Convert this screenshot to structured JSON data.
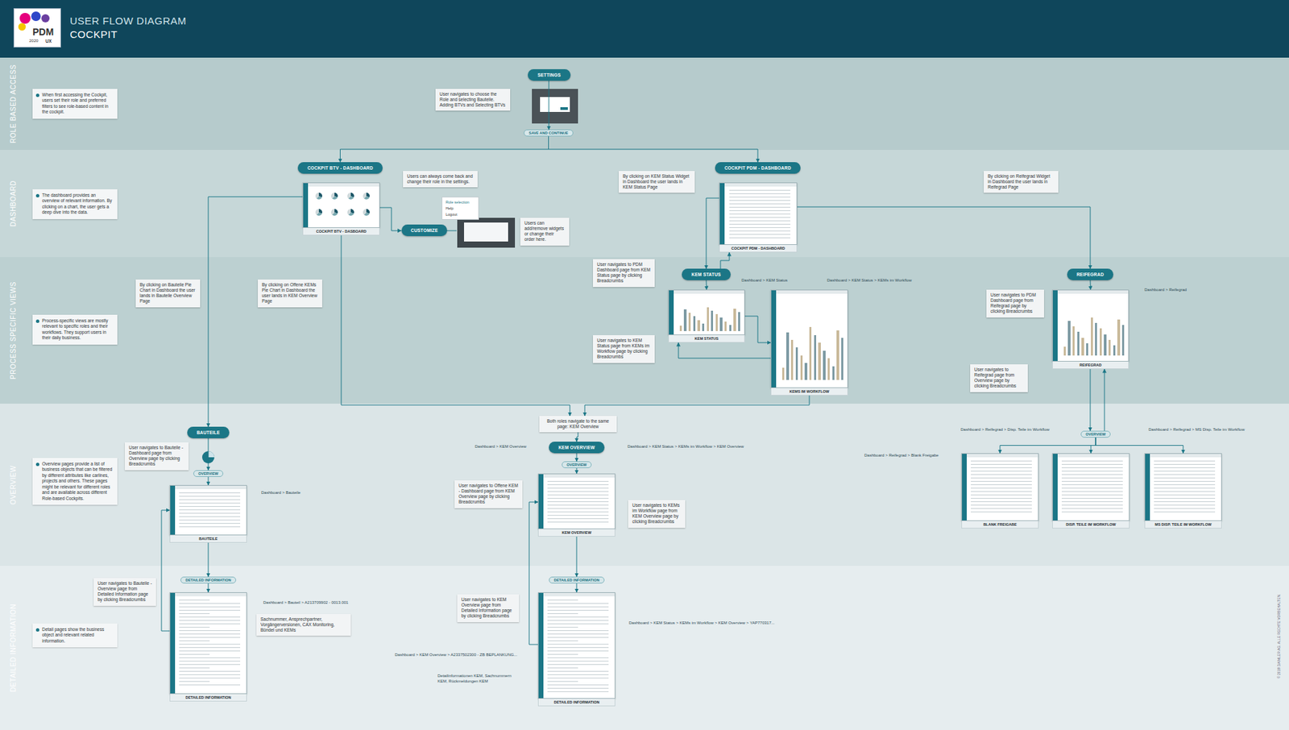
{
  "diagram": {
    "title": "USER FLOW DIAGRAM",
    "nodes": [
      {
        "text": [
          "PDM",
          "2020",
          "UX"
        ]
      },
      {
        "text": [
          "ROLE BASED ACCESS"
        ]
      },
      {
        "text": [
          "When first accessing the Cockpit, users set their role and preferred filters to see role-based content in the cockpit."
        ]
      },
      {
        "text": [
          "SETTINGS"
        ]
      },
      {
        "text": [
          "User navigates to choose the Role and selecting Bauteile. Adding BTVs and Selecting BTVs"
        ]
      },
      {
        "text": [
          "SAVE AND CONTINUE"
        ]
      },
      {
        "text": [
          "DASHBOARD"
        ]
      },
      {
        "text": [
          "The dashboard provides an overview of relevant information. By clicking on a chart, the user gets a deep dive into the data."
        ]
      },
      {
        "text": [
          "COCKPIT BTV - DASHBOARD"
        ]
      },
      {
        "text": [
          "COCKPIT BTV - DASBOARD"
        ]
      },
      {
        "text": [
          "Users can always come back and change their role in the settings."
        ]
      },
      {
        "text": [
          "Role selection",
          "Help",
          "Logout"
        ]
      },
      {
        "text": [
          "CUSTOMIZE"
        ]
      },
      {
        "text": [
          "Users can add/remove widgets or change their order here."
        ]
      },
      {
        "text": [
          "By clicking on KEM Status Widget in Dashboard the user lands in KEM Status Page"
        ]
      },
      {
        "text": [
          "COCKPIT PDM - DASHBOARD"
        ]
      },
      {
        "text": [
          "COCKPIT PDM - DASHBOARD"
        ]
      },
      {
        "text": [
          "By clicking on Reifegrad Widget in Dashboard the user lands in Reifegrad Page"
        ]
      },
      {
        "text": [
          "PROCESS SPECIFIC VIEWS"
        ]
      },
      {
        "text": [
          "Process-specific views are mostly relevant to specific roles and their workflows. They support users in their daily business."
        ]
      },
      {
        "text": [
          "By clicking on Bauteile Pie Chart in Dashboard the user lands in Bauteile Overview Page"
        ]
      },
      {
        "text": [
          "By clicking on Offene KEMs Pie Chart in Dashboard the user lands in KEM Overview Page"
        ]
      },
      {
        "text": [
          "User navigates to PDM Dashboard page from KEM Status page by clicking Breadcrumbs"
        ]
      },
      {
        "text": [
          "KEM STATUS"
        ]
      },
      {
        "text": [
          "KEM STATUS"
        ]
      },
      {
        "text": [
          "User navigates to KEM Status page from KEMs im Workflow page by clicking Breadcrumbs"
        ]
      },
      {
        "text": [
          "KEMS IM WORKFLOW"
        ]
      },
      {
        "text": [
          "REIFEGRAD"
        ]
      },
      {
        "text": [
          "User navigates to PDM Dashboard page from Reifegrad page by clicking Breadcrumbs"
        ]
      },
      {
        "text": [
          "REIFEGRAD"
        ]
      },
      {
        "text": [
          "User navigates to Reifegrad page from Overview page by clicking Breadcrumbs"
        ]
      },
      {
        "text": [
          "OVERVIEW"
        ]
      },
      {
        "text": [
          "Overview pages provide a list of business objects that can be filtered by different attributes like carlines, projects and others. These pages might be relevant for different roles and are available across different Role-based Cockpits."
        ]
      },
      {
        "text": [
          "BAUTEILE"
        ]
      },
      {
        "text": [
          "User navigates to Bauteile - Dashboard page from Overview page by clicking Breadcrumbs"
        ]
      },
      {
        "text": [
          "OVERVIEW"
        ]
      },
      {
        "text": [
          "BAUTEILE"
        ]
      },
      {
        "text": [
          "Both roles navigate to the same page: KEM Overview"
        ]
      },
      {
        "text": [
          "KEM OVERVIEW"
        ]
      },
      {
        "text": [
          "OVERVIEW"
        ]
      },
      {
        "text": [
          "User navigates to Offene KEM - Dashboard page from KEM Overview page by clicking Breadcrumbs"
        ]
      },
      {
        "text": [
          "KEM OVERVIEW"
        ]
      },
      {
        "text": [
          "User navigates to KEMs im Workflow page from KEM Overview page by clicking Breadcrumbs"
        ]
      },
      {
        "text": [
          "OVERVIEW"
        ]
      },
      {
        "text": [
          "BLANK FREIGABE"
        ]
      },
      {
        "text": [
          "DISP. TEILE IM WORKFLOW"
        ]
      },
      {
        "text": [
          "MS DISP. TEILE IM WORKFLOW"
        ]
      },
      {
        "text": [
          "DETAILED INFORMATION"
        ]
      },
      {
        "text": [
          "Detail pages show the business object and relevant related information."
        ]
      },
      {
        "text": [
          "User navigates to Bauteile - Overview page from Detailed Information page by clicking Breadcrumbs"
        ]
      },
      {
        "text": [
          "DETAILED INFORMATION"
        ]
      },
      {
        "text": [
          "DETAILED INFORMATION"
        ]
      },
      {
        "text": [
          "Sachnummer, Ansprechpartner, Vorgängerversionen, CAX Monitoring, Bündel und KEMs"
        ]
      },
      {
        "text": [
          "User navigates to KEM Overview page from Detailed Information page by clicking Breadcrumbs"
        ]
      },
      {
        "text": [
          "DETAILED INFORMATION"
        ]
      },
      {
        "text": [
          "DETAILED INFORMATION"
        ]
      }
    ],
    "edges": [
      {
        "from": 3,
        "to": 5,
        "arrow": "to"
      },
      {
        "from": 5,
        "to": 8,
        "arrow": "to"
      },
      {
        "from": 5,
        "to": 15,
        "arrow": "to"
      },
      {
        "from": 9,
        "to": 12,
        "arrow": "to"
      },
      {
        "from": 9,
        "to": 33,
        "arrow": "to"
      },
      {
        "from": 9,
        "to": 37,
        "arrow": "to"
      },
      {
        "from": 26,
        "to": 37,
        "arrow": "to"
      },
      {
        "from": 37,
        "to": 38,
        "arrow": "to"
      },
      {
        "from": 16,
        "to": 23,
        "arrow": "to"
      },
      {
        "from": 16,
        "to": 27,
        "arrow": "to"
      },
      {
        "from": 23,
        "to": 24,
        "arrow": "to"
      },
      {
        "from": 24,
        "to": 26,
        "arrow": "to"
      },
      {
        "from": 27,
        "to": 29,
        "arrow": "to"
      },
      {
        "from": 29,
        "to": 43,
        "arrow": "to"
      },
      {
        "from": 43,
        "to": 44,
        "arrow": "to"
      },
      {
        "from": 43,
        "to": 45,
        "arrow": "to"
      },
      {
        "from": 43,
        "to": 46,
        "arrow": "to"
      },
      {
        "from": 33,
        "to": 35,
        "arrow": "to"
      },
      {
        "from": 35,
        "to": 36,
        "arrow": "to"
      },
      {
        "from": 36,
        "to": 50,
        "arrow": "to"
      },
      {
        "from": 50,
        "to": 51,
        "arrow": "to"
      },
      {
        "from": 38,
        "to": 39,
        "arrow": "to"
      },
      {
        "from": 39,
        "to": 41,
        "arrow": "to"
      },
      {
        "from": 41,
        "to": 54,
        "arrow": "to"
      },
      {
        "from": 54,
        "to": 55,
        "arrow": "to"
      },
      {
        "from": 23,
        "to": 16,
        "arrow": "to"
      },
      {
        "from": 26,
        "to": 24,
        "arrow": "to"
      },
      {
        "from": 43,
        "to": 29,
        "arrow": "to"
      },
      {
        "from": 51,
        "to": 36,
        "arrow": "to"
      },
      {
        "from": 55,
        "to": 41,
        "arrow": "to"
      }
    ],
    "labels": [
      "COCKPIT",
      "Dashboard > KEM Status",
      "Dashboard > KEM Status > KEMs im Workflow",
      "Dashboard > Reifegrad",
      "Dashboard > KEM Overview",
      "Dashboard > KEM Status > KEMs im Workflow > KEM Overview",
      "Dashboard > Bauteile",
      "Dashboard > Reifegrad > Disp. Teile im Workflow",
      "Dashboard > Reifegrad > MS Disp. Teile im Workflow",
      "Dashboard > Reifegrad > Blank Freigabe",
      "Dashboard > Bauteil > A213709902 - 0013.001",
      "Dashboard > KEM Overview > A2337502300 - ZB BEPLANKUNG...",
      "Detailinformationen KEM, Sachnummern KEM, Rückmeldungen KEM",
      "Dashboard > KEM Status > KEMs im Workflow > KEM Overview > YAP770317...",
      "© 2019 DAIMLER AG. ALLE RECHTE VORBEHALTEN."
    ]
  }
}
